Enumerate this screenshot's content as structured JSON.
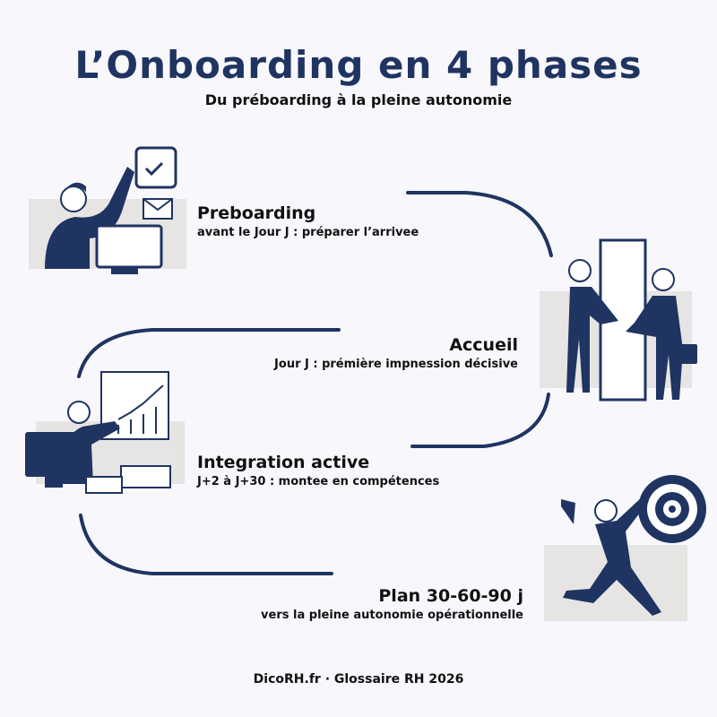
{
  "header": {
    "title": "L’Onboarding en 4 phases",
    "subtitle": "Du préboarding à la pleine autonomie"
  },
  "phases": [
    {
      "name": "Preboarding",
      "desc": "avant le Jour J : préparer l’arrivee",
      "icon": "person-computer-calendar-icon"
    },
    {
      "name": "Accueil",
      "desc": "Jour J : prémière impnession décisive",
      "icon": "handshake-door-icon"
    },
    {
      "name": "Integration active",
      "desc": "J+2 à J+30 : montee en compétences",
      "icon": "person-chart-icon"
    },
    {
      "name": "Plan 30-60-90 j",
      "desc": "vers la pleine autonomie opérationnelle",
      "icon": "runner-target-icon"
    }
  ],
  "footer": "DicoRH.fr · Glossaire RH 2026",
  "colors": {
    "navy": "#1f3461",
    "panel": "#e6e5e3",
    "bg": "#f8f7fb"
  }
}
